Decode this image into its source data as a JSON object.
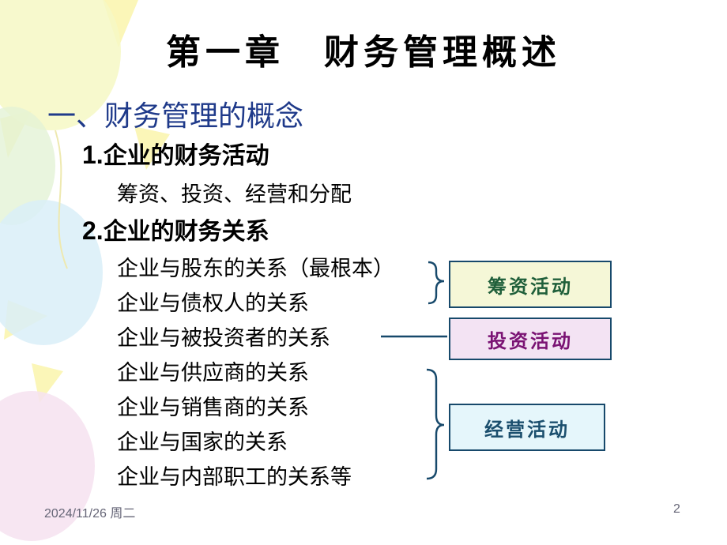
{
  "slide": {
    "title": "第一章　财务管理概述",
    "section": "一、财务管理的概念",
    "sub1": {
      "num": "1.",
      "label": "企业的财务活动"
    },
    "activities": "筹资、投资、经营和分配",
    "sub2": {
      "num": "2.",
      "label": "企业的财务关系"
    },
    "relations": [
      "企业与股东的关系（最根本）",
      "企业与债权人的关系",
      "企业与被投资者的关系",
      "企业与供应商的关系",
      "企业与销售商的关系",
      "企业与国家的关系",
      "企业与内部职工的关系等"
    ],
    "boxes": {
      "financing": "筹资活动",
      "investing": "投资活动",
      "operating": "经营活动"
    }
  },
  "footer": {
    "date": "2024/11/26 周二",
    "page": "2"
  },
  "colors": {
    "section_heading": "#1f3a8a",
    "box_border": "#17496b",
    "financing_fill": "#f5f7d7",
    "investing_fill": "#f3e3f3",
    "operating_fill": "#e5f6fb"
  }
}
